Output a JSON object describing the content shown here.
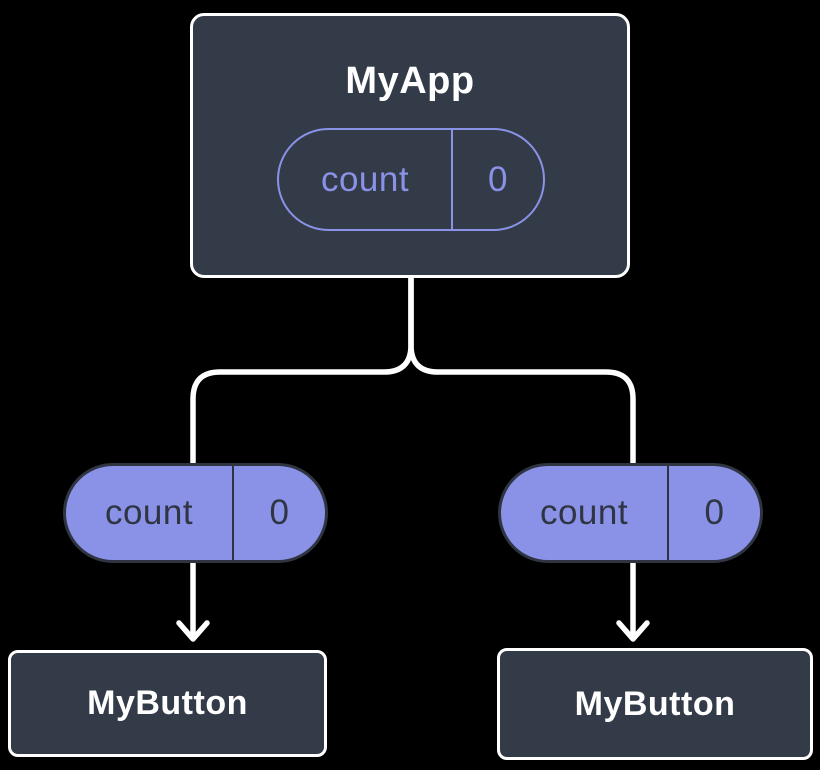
{
  "diagram": {
    "colors": {
      "background": "#000000",
      "node_fill": "#343B48",
      "node_border": "#FFFFFF",
      "accent_purple": "#8A92E8",
      "pill_text_dark": "#2F3542",
      "pill_border_dark": "#2E3440",
      "connector_white": "#FFFFFF"
    },
    "root": {
      "title": "MyApp",
      "state": {
        "name": "count",
        "value": "0"
      }
    },
    "children": [
      {
        "title": "MyButton",
        "prop": {
          "name": "count",
          "value": "0"
        }
      },
      {
        "title": "MyButton",
        "prop": {
          "name": "count",
          "value": "0"
        }
      }
    ]
  }
}
